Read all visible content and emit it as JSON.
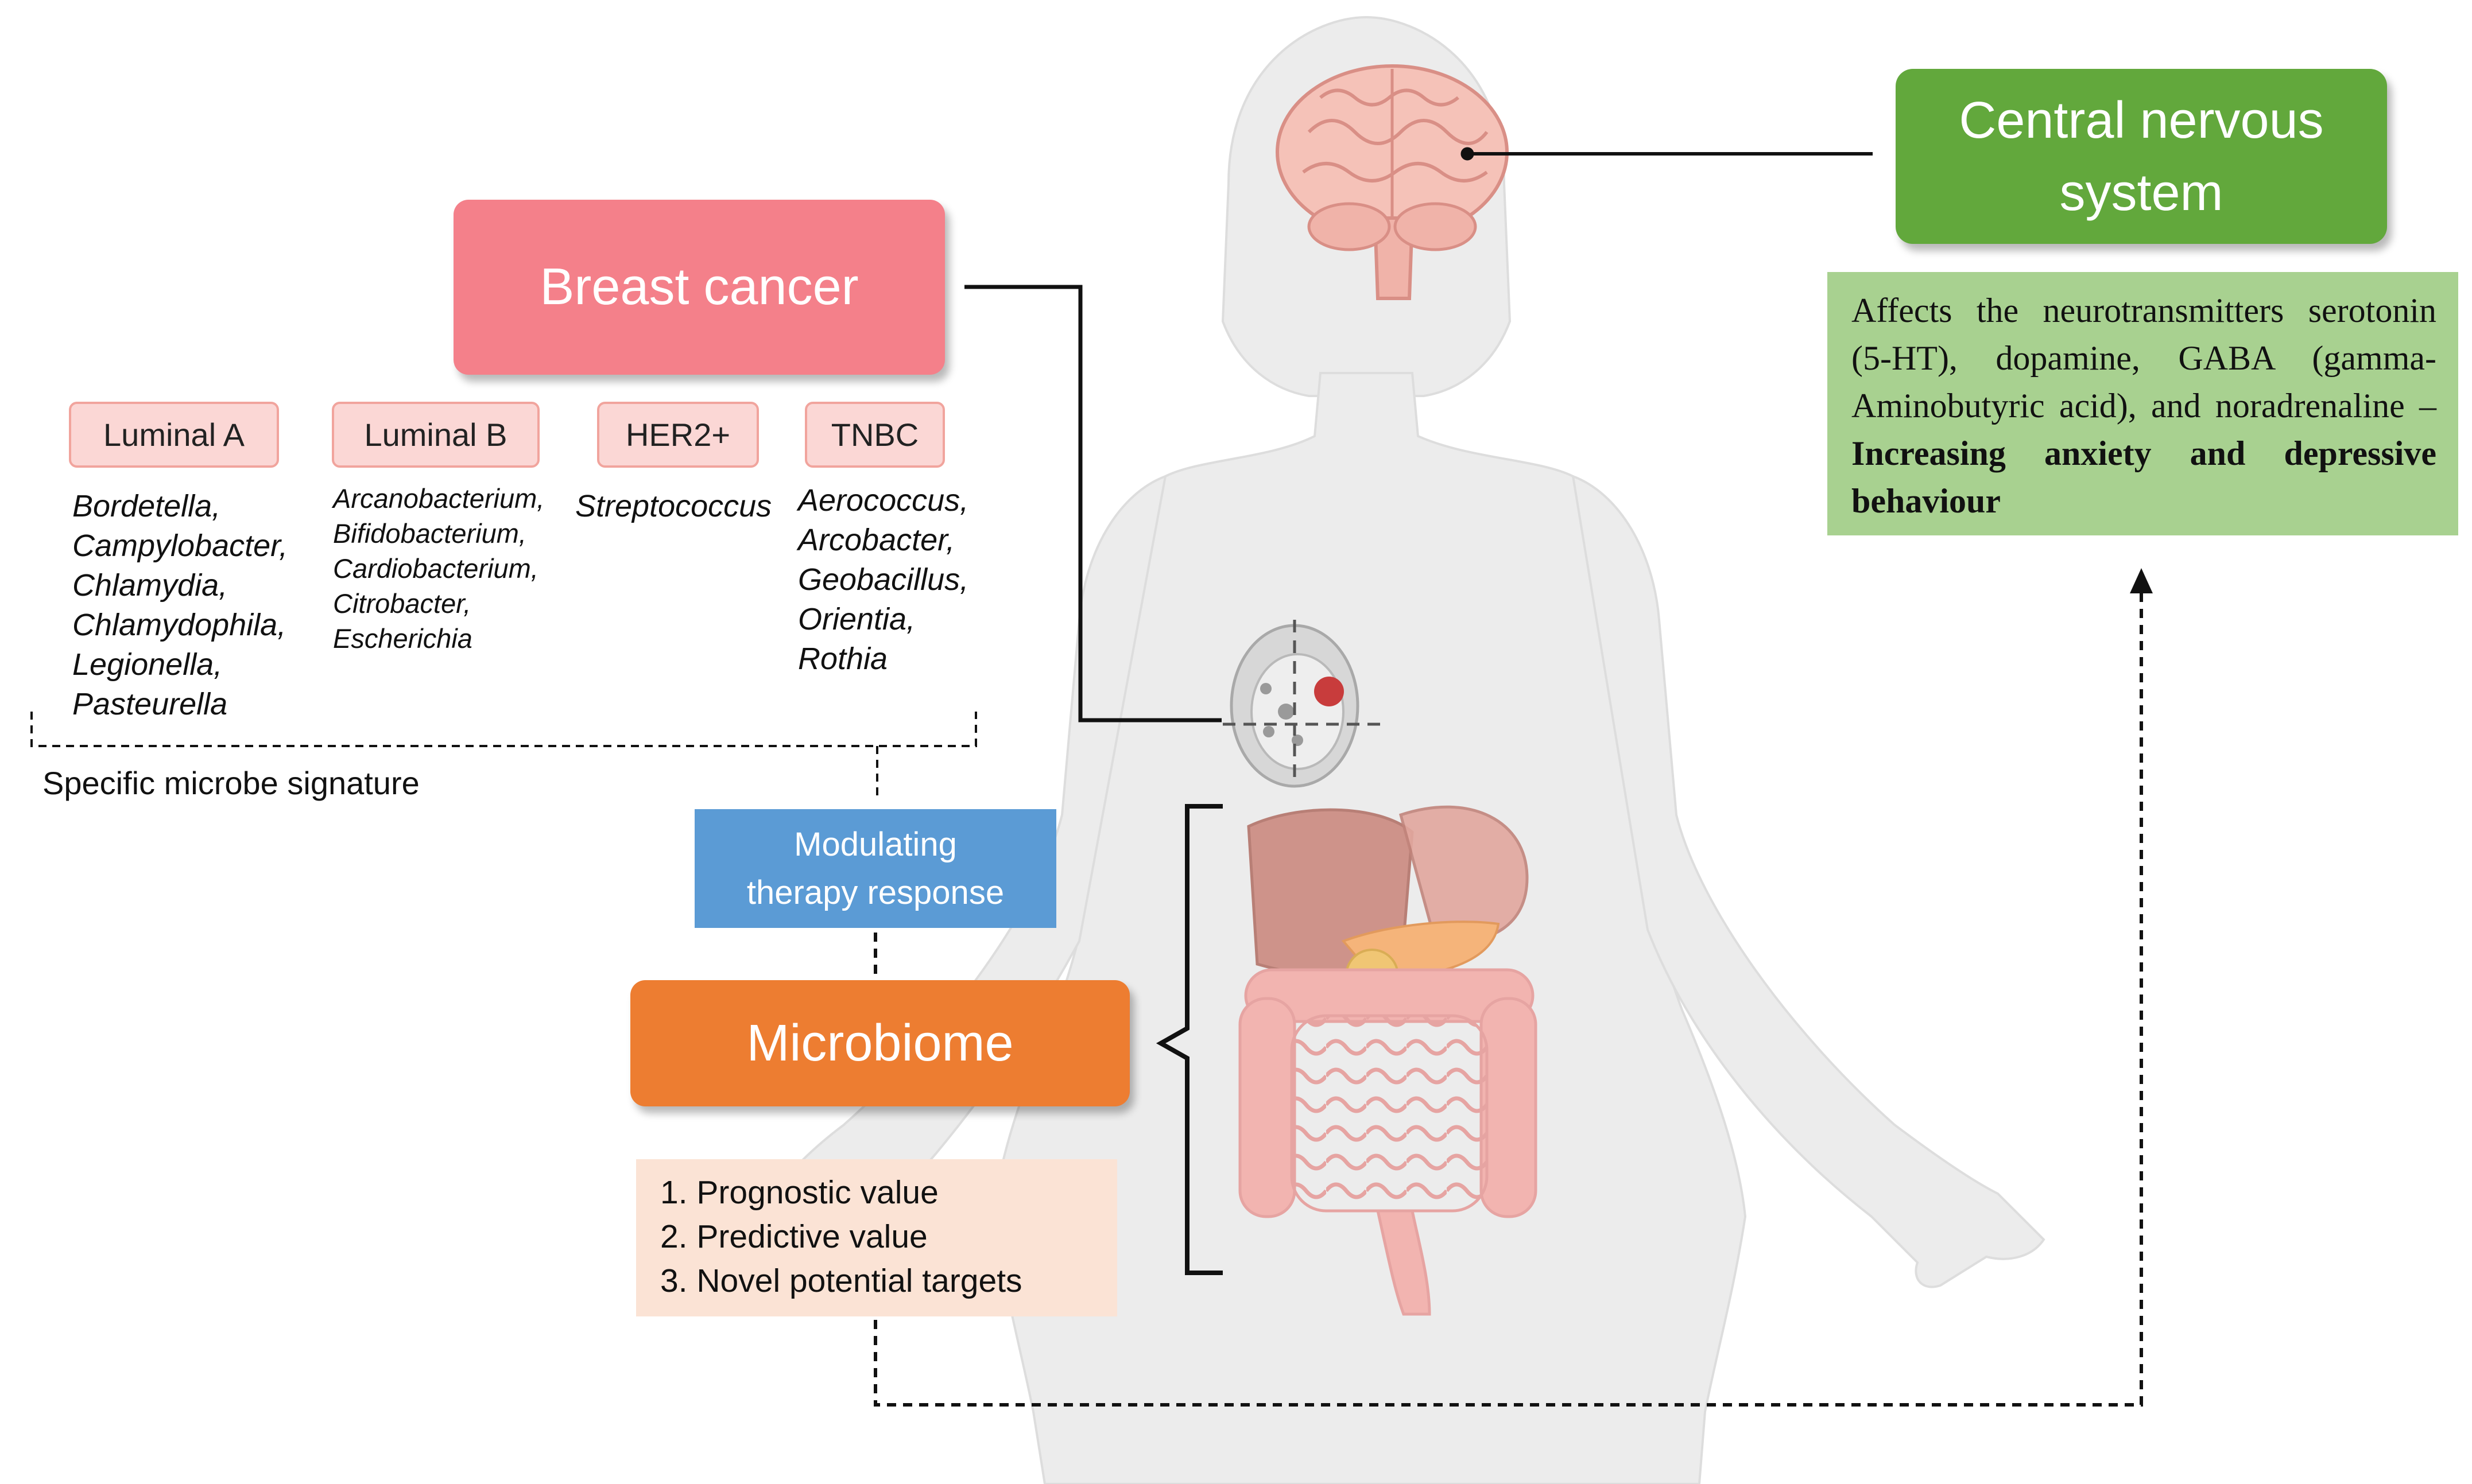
{
  "breast_cancer": {
    "title": "Breast cancer"
  },
  "subtypes": [
    {
      "label": "Luminal A",
      "microbes": [
        "Bordetella,",
        "Campylobacter,",
        "Chlamydia,",
        "Chlamydophila,",
        "Legionella,",
        "Pasteurella"
      ]
    },
    {
      "label": "Luminal B",
      "microbes": [
        "Arcanobacterium,",
        "Bifidobacterium,",
        "Cardiobacterium,",
        "Citrobacter,",
        "Escherichia"
      ]
    },
    {
      "label": "HER2+",
      "microbes": [
        "Streptococcus"
      ]
    },
    {
      "label": "TNBC",
      "microbes": [
        "Aerococcus,",
        "Arcobacter,",
        "Geobacillus,",
        "Orientia,",
        "Rothia"
      ]
    }
  ],
  "signature_label": "Specific microbe signature",
  "modulating": {
    "line1": "Modulating",
    "line2": "therapy response"
  },
  "microbiome": {
    "title": "Microbiome"
  },
  "values": [
    "1. Prognostic value",
    "2. Predictive value",
    "3. Novel potential targets"
  ],
  "cns": {
    "title": "Central nervous system",
    "desc_plain": "Affects the neurotransmitters serotonin (5-HT), dopamine, GABA (gamma-Aminobutyric acid), and noradrenaline – ",
    "desc_bold": "Increasing anxiety and depressive behaviour"
  },
  "colors": {
    "breast_cancer": "#f4808a",
    "subtype_fill": "#fbd7d5",
    "cns": "#62a83c",
    "cns_desc": "#a8d190",
    "modulating": "#5b9bd5",
    "microbiome": "#ed7d31",
    "values_fill": "#fbe3d5",
    "body_silhouette": "#ececec"
  }
}
